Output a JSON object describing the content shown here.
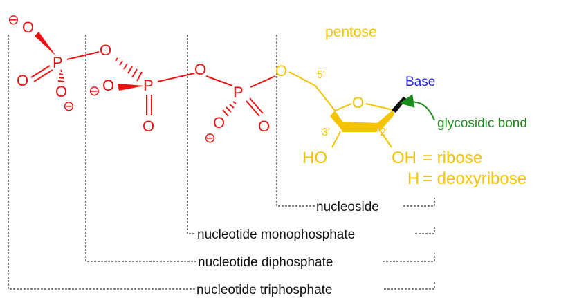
{
  "colors": {
    "phosphate": "#ee1111",
    "pentose": "#f5c400",
    "base": "#2222dd",
    "glycosidic": "#1a8c1a",
    "bracket": "#000000"
  },
  "atoms": {
    "charge": "⊖",
    "oxygen": "O",
    "phosphorus": "P",
    "hydroxyl_left": "HO",
    "hydroxyl_right": "OH"
  },
  "labels": {
    "pentose": "pentose",
    "base": "Base",
    "glycosidic_bond": "glycosidic bond",
    "carbon_5": "5'",
    "carbon_3": "3'",
    "carbon_2": "2'",
    "ribose": "= ribose",
    "deoxyribose_h": "H",
    "deoxyribose": "= deoxyribose"
  },
  "brackets": {
    "nucleoside": "nucleoside",
    "monophosphate": "nucleotide monophosphate",
    "diphosphate": "nucleotide diphosphate",
    "triphosphate": "nucleotide triphosphate"
  }
}
